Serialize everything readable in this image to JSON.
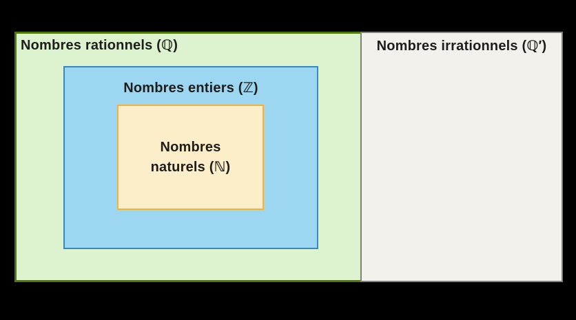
{
  "diagram": {
    "background": "#000000",
    "text_color": "#1d1d1b",
    "sets": {
      "rationnels": {
        "label": "Nombres rationnels (ℚ)",
        "fill": "#ddf2cf",
        "border": "#507a0a"
      },
      "irrationnels": {
        "label": "Nombres irrationnels (ℚ′)",
        "fill": "#f2f1ec",
        "border": "#808080"
      },
      "entiers": {
        "label": "Nombres entiers (ℤ)",
        "fill": "#9dd6f0",
        "border": "#3589c0"
      },
      "naturels": {
        "label_line1": "Nombres",
        "label_line2": "naturels (ℕ)",
        "fill": "#fceec8",
        "border": "#f0b43c"
      }
    }
  }
}
